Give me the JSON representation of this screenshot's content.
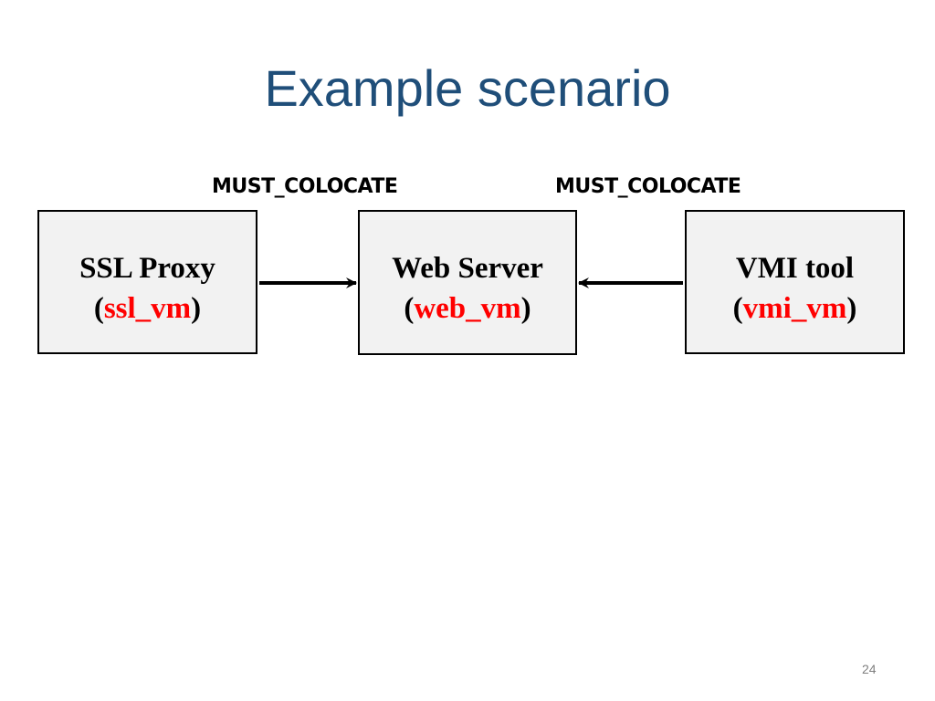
{
  "slide": {
    "title": "Example scenario",
    "page_number": "24"
  },
  "relations": [
    {
      "label": "MUST_COLOCATE"
    },
    {
      "label": "MUST_COLOCATE"
    }
  ],
  "nodes": [
    {
      "name": "SSL Proxy",
      "open_paren": "(",
      "vm_id": "ssl_vm",
      "close_paren": ")"
    },
    {
      "name": "Web Server",
      "open_paren": "(",
      "vm_id": "web_vm",
      "close_paren": ")"
    },
    {
      "name": "VMI tool",
      "open_paren": "(",
      "vm_id": "vmi_vm",
      "close_paren": ")"
    }
  ],
  "colors": {
    "title": "#1f4e79",
    "vm_id": "#ff0000",
    "node_fill": "#f2f2f2"
  }
}
